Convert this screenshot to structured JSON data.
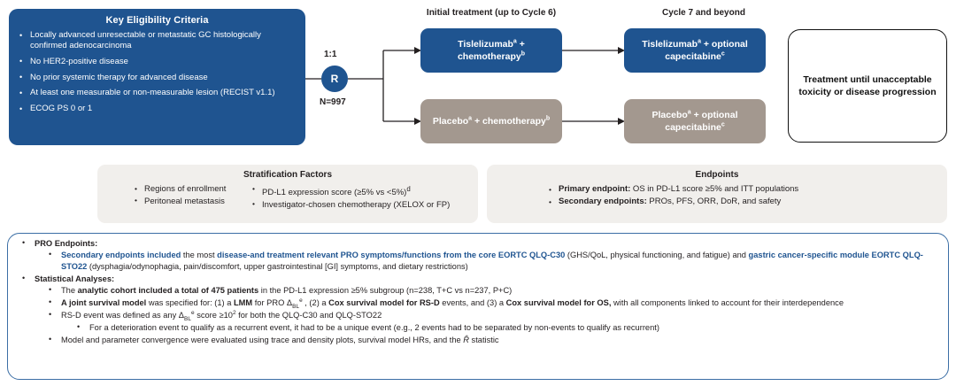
{
  "eligibility": {
    "title": "Key Eligibility Criteria",
    "items": [
      "Locally advanced unresectable or metastatic GC histologically confirmed adenocarcinoma",
      "No HER2-positive disease",
      "No prior systemic therapy for advanced disease",
      "At least one measurable or non-measurable lesion (RECIST v1.1)",
      "ECOG PS 0 or 1"
    ]
  },
  "randomization": {
    "ratio": "1:1",
    "node_label": "R",
    "n_label": "N=997"
  },
  "columns": {
    "initial_header": "Initial treatment (up to Cycle 6)",
    "cycle7_header": "Cycle 7 and beyond"
  },
  "arms": {
    "initial_treatment_arm": "Tislelizumab<sup>a</sup> + chemotherapy<sup>b</sup>",
    "initial_placebo_arm": "Placebo<sup>a</sup> + chemotherapy<sup>b</sup>",
    "cycle7_treatment_arm": "Tislelizumab<sup>a</sup> + optional capecitabine<sup>c</sup>",
    "cycle7_placebo_arm": "Placebo<sup>a</sup> + optional capecitabine<sup>c</sup>"
  },
  "until_box": {
    "text": "Treatment until unacceptable toxicity or disease progression"
  },
  "stratification": {
    "title": "Stratification Factors",
    "left_items": [
      "Regions of enrollment",
      "Peritoneal metastasis"
    ],
    "right_items": [
      "PD-L1 expression score (≥5% vs <5%)<sup>d</sup>",
      "Investigator-chosen chemotherapy (XELOX or FP)"
    ]
  },
  "endpoints": {
    "title": "Endpoints",
    "items": [
      "<b>Primary endpoint:</b> OS in PD-L1 score ≥5% and ITT populations",
      "<b>Secondary endpoints:</b> PROs, PFS, ORR, DoR, and safety"
    ]
  },
  "pro_panel": {
    "pro_endpoints_label": "PRO Endpoints:",
    "pro_endpoints_detail": "<span class=\"blue-t\">Secondary endpoints included</span> the most <span class=\"blue-t\">disease-and treatment relevant PRO symptoms/functions from the core EORTC QLQ-C30</span> (GHS/QoL, physical functioning, and fatigue) and <span class=\"blue-t\">gastric cancer-specific module EORTC QLQ-STO22</span> (dysphagia/odynophagia, pain/discomfort, upper gastrointestinal [GI] symptoms, and dietary restrictions)",
    "statistical_analyses_label": "Statistical Analyses:",
    "stat_items": [
      "The <b>analytic cohort included a total of 475 patients</b> in the PD-L1 expression ≥5% subgroup (n=238, T+C vs n=237, P+C)",
      "<b>A joint survival model</b> was specified for: (1) a <b>LMM</b> for PRO Δ<sub>BL</sub><sup>e</sup> , (2) a <b>Cox survival model for RS-D</b> events, and (3) a <b>Cox survival model for OS,</b> with all components linked to account for their interdependence",
      "RS-D event was defined as any Δ<sub>BL</sub><sup>e</sup> score ≥10<sup>2</sup> for both the QLQ-C30 and QLQ-STO22"
    ],
    "stat_sub_item": "For a deterioration event to qualify as a recurrent event, it had to be a unique event (e.g., 2 events had to be separated by non-events to qualify as recurrent)",
    "convergence_item": "Model and parameter convergence were evaluated using trace and density plots, survival model HRs, and the <span class=\"hat\">R̂</span> statistic"
  },
  "colors": {
    "brand_blue": "#1f5490",
    "arm_tan": "#a3988f",
    "band_grey": "#f1efec",
    "panel_border": "#3b6ea5"
  }
}
